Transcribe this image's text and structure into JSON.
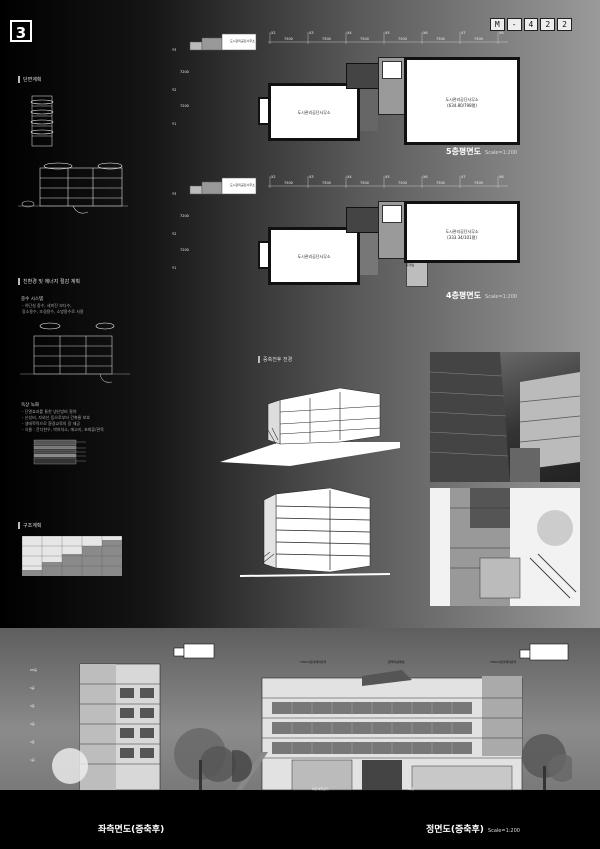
{
  "header": {
    "panel_number": "3",
    "sheet_code": [
      "M",
      "-",
      "4",
      "2",
      "2"
    ]
  },
  "left_column": {
    "section_plan_heading": "단면계획",
    "eco_heading": "친환경 및 에너지 절감 계획",
    "eco_subheading": "중수 시스템",
    "eco_notes": [
      "- 하단실 중수, 세미진 보다수,",
      "장소용수, 조경용수, 소방용수로 사용"
    ],
    "green_roof_heading": "옥상 녹화",
    "green_roof_notes": [
      "- 단열효과를 통한 냉난방비 절약",
      "- 산성비, 자외선 등으로부터 건축물 보호",
      "- 생태학적으로 환경교육의 장 제공",
      "- 식물 : 잔디한우, 박하차소, 애고리, 초화류/관목"
    ],
    "structure_heading": "구조계획"
  },
  "plans": {
    "dimension_labels": [
      "7500",
      "7500",
      "7500",
      "7500",
      "7500",
      "7500"
    ],
    "axis_labels": [
      "X2",
      "X3",
      "X4",
      "X5",
      "X6",
      "X7",
      "X8"
    ],
    "row_labels": [
      "Y3",
      "Y2",
      "Y1"
    ],
    "row_dims": [
      "7200",
      "7200"
    ],
    "floor5": {
      "room_left": "도시관리공단사무소",
      "room_right": "도시관리공단사무소",
      "room_right_area": "(634.80/798평)",
      "title": "5층평면도",
      "scale": "Scale=1:200"
    },
    "floor4": {
      "room_left": "도시관리공단사무소",
      "room_right": "도시관리공단사무소",
      "room_right_area": "(333.34/101평)",
      "small_room": "휴게실",
      "title": "4층평면도",
      "scale": "Scale=1:200"
    },
    "key_label": "도시관리공단사무소"
  },
  "perspective": {
    "heading": "증축전후 전경"
  },
  "elevations": {
    "left_title": "좌측면도(증축후)",
    "front_title": "정면도(증축후)",
    "front_scale": "Scale=1:200",
    "level_labels": [
      "PH층",
      "5층",
      "4층",
      "3층",
      "2층",
      "1층"
    ],
    "tags": [
      "THK24로이페어유리",
      "알루미늄패널",
      "THK24로이페어유리",
      "화강석물갈기",
      "석재"
    ]
  },
  "colors": {
    "accent": "#ffffff",
    "building": "#d8d8d8"
  }
}
